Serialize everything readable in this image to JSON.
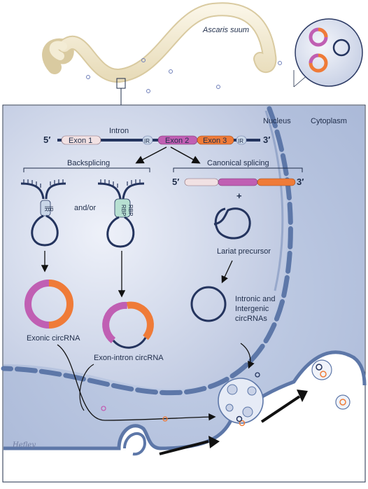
{
  "organism": "Ascaris suum",
  "compartments": {
    "nucleus": "Nucleus",
    "cytoplasm": "Cytoplasm"
  },
  "gene": {
    "five_prime": "5′",
    "three_prime": "3′",
    "intron": "Intron",
    "ir_left": "IR",
    "ir_right": "IR",
    "exons": [
      "Exon 1",
      "Exon 2",
      "Exon 3"
    ]
  },
  "pathways": {
    "backsplicing": "Backsplicing",
    "canonical_splicing": "Canonical splicing",
    "and_or": "and/or",
    "ir_pair": [
      "IR",
      "IR"
    ],
    "rbp_pair": [
      "RBP",
      "RBP"
    ]
  },
  "spliced": {
    "five_prime": "5′",
    "three_prime": "3′",
    "plus": "+"
  },
  "products": {
    "lariat": "Lariat precursor",
    "intronic_line1": "Intronic and",
    "intronic_line2": "Intergenic",
    "intronic_line3": "circRNAs",
    "exonic": "Exonic circRNA",
    "exon_intron": "Exon-intron circRNA"
  },
  "signature": "Hefley",
  "colors": {
    "exon1": "#f1e1e3",
    "exon2": "#c05fb3",
    "exon3": "#ef7b38",
    "ir": "#c9d6e8",
    "rna": "#24345e",
    "cell": "#b8c5df",
    "nucleus": "#d8dff0",
    "membrane": "#5d77a8"
  }
}
